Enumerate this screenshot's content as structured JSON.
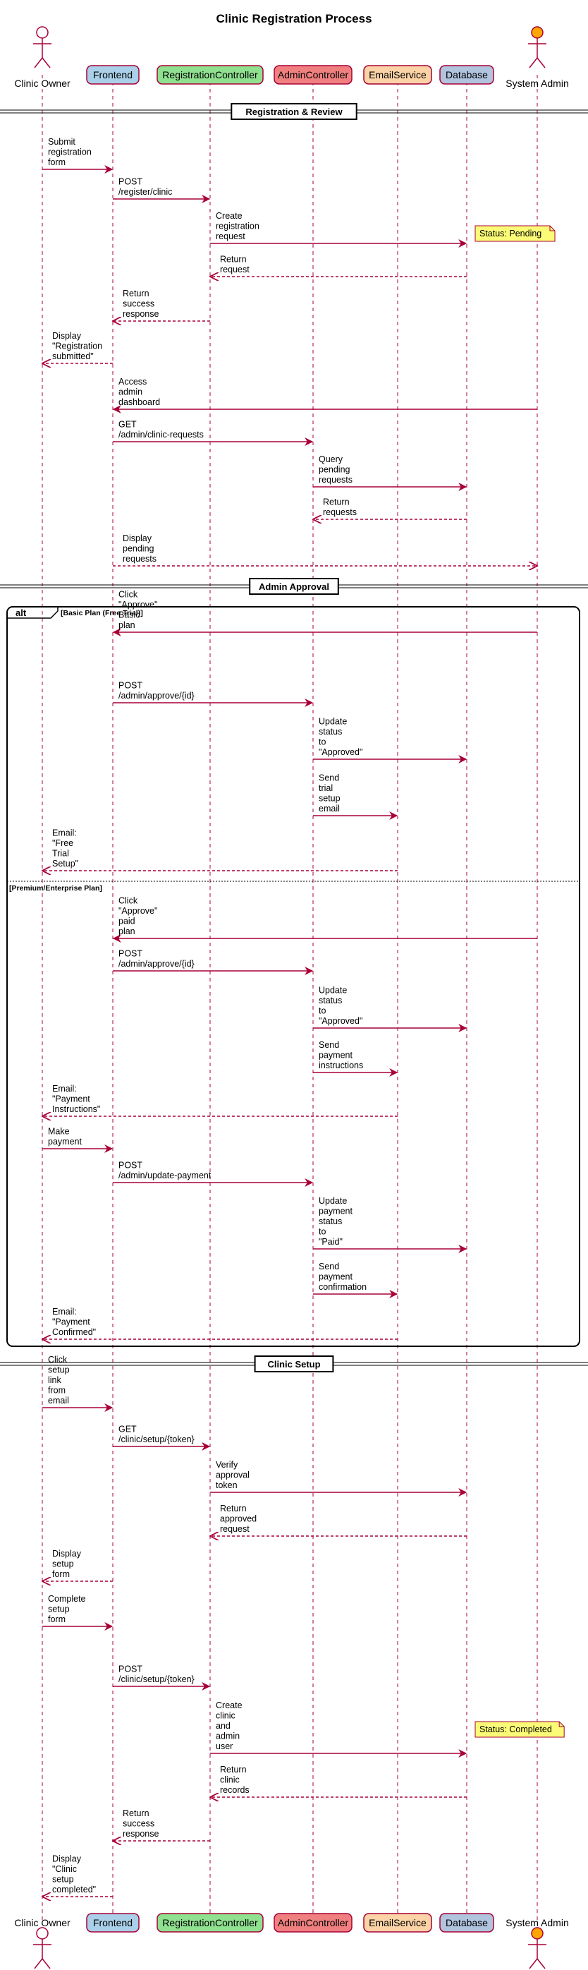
{
  "title": "Clinic Registration Process",
  "participants": [
    {
      "id": "owner",
      "label": "Clinic Owner",
      "kind": "actor",
      "color": "#ffffff"
    },
    {
      "id": "fe",
      "label": "Frontend",
      "kind": "box",
      "color": "#a9d0e8"
    },
    {
      "id": "rc",
      "label": "RegistrationController",
      "kind": "box",
      "color": "#8fe08f"
    },
    {
      "id": "ac",
      "label": "AdminController",
      "kind": "box",
      "color": "#f08080"
    },
    {
      "id": "es",
      "label": "EmailService",
      "kind": "box",
      "color": "#fbd3a6"
    },
    {
      "id": "db",
      "label": "Database",
      "kind": "box",
      "color": "#b0c4de"
    },
    {
      "id": "admin",
      "label": "System Admin",
      "kind": "actor",
      "color": "#ffa500"
    }
  ],
  "dividers": [
    {
      "label": "Registration & Review"
    },
    {
      "label": "Admin Approval"
    },
    {
      "label": "Clinic Setup"
    }
  ],
  "alt": {
    "keyword": "alt",
    "guards": [
      "[Basic Plan (Free Trial)]",
      "[Premium/Enterprise Plan]"
    ]
  },
  "notes": [
    {
      "text": "Status: Pending"
    },
    {
      "text": "Status: Completed"
    }
  ],
  "messages": [
    {
      "from": "owner",
      "to": "fe",
      "kind": "sync",
      "lines": [
        "Submit",
        "registration",
        "form"
      ]
    },
    {
      "from": "fe",
      "to": "rc",
      "kind": "sync",
      "lines": [
        "POST",
        "/register/clinic"
      ]
    },
    {
      "from": "rc",
      "to": "db",
      "kind": "sync",
      "lines": [
        "Create",
        "registration",
        "request"
      ]
    },
    {
      "from": "db",
      "to": "rc",
      "kind": "return",
      "lines": [
        "Return",
        "request"
      ]
    },
    {
      "from": "rc",
      "to": "fe",
      "kind": "return",
      "lines": [
        "Return",
        "success",
        "response"
      ]
    },
    {
      "from": "fe",
      "to": "owner",
      "kind": "return",
      "lines": [
        "Display",
        "\"Registration",
        "submitted\""
      ]
    },
    {
      "from": "admin",
      "to": "fe",
      "kind": "sync",
      "lines": [
        "Access",
        "admin",
        "dashboard"
      ]
    },
    {
      "from": "fe",
      "to": "ac",
      "kind": "sync",
      "lines": [
        "GET",
        "/admin/clinic-requests"
      ]
    },
    {
      "from": "ac",
      "to": "db",
      "kind": "sync",
      "lines": [
        "Query",
        "pending",
        "requests"
      ]
    },
    {
      "from": "db",
      "to": "ac",
      "kind": "return",
      "lines": [
        "Return",
        "requests"
      ]
    },
    {
      "from": "fe",
      "to": "admin",
      "kind": "return",
      "lines": [
        "Display",
        "pending",
        "requests"
      ]
    },
    {
      "from": "admin",
      "to": "fe",
      "kind": "sync",
      "lines": [
        "Click",
        "\"Approve\"",
        "Basic",
        "plan"
      ]
    },
    {
      "from": "fe",
      "to": "ac",
      "kind": "sync",
      "lines": [
        "POST",
        "/admin/approve/{id}"
      ]
    },
    {
      "from": "ac",
      "to": "db",
      "kind": "sync",
      "lines": [
        "Update",
        "status",
        "to",
        "\"Approved\""
      ]
    },
    {
      "from": "ac",
      "to": "es",
      "kind": "sync",
      "lines": [
        "Send",
        "trial",
        "setup",
        "email"
      ]
    },
    {
      "from": "es",
      "to": "owner",
      "kind": "return",
      "lines": [
        "Email:",
        "\"Free",
        "Trial",
        "Setup\""
      ]
    },
    {
      "from": "admin",
      "to": "fe",
      "kind": "sync",
      "lines": [
        "Click",
        "\"Approve\"",
        "paid",
        "plan"
      ]
    },
    {
      "from": "fe",
      "to": "ac",
      "kind": "sync",
      "lines": [
        "POST",
        "/admin/approve/{id}"
      ]
    },
    {
      "from": "ac",
      "to": "db",
      "kind": "sync",
      "lines": [
        "Update",
        "status",
        "to",
        "\"Approved\""
      ]
    },
    {
      "from": "ac",
      "to": "es",
      "kind": "sync",
      "lines": [
        "Send",
        "payment",
        "instructions"
      ]
    },
    {
      "from": "es",
      "to": "owner",
      "kind": "return",
      "lines": [
        "Email:",
        "\"Payment",
        "Instructions\""
      ]
    },
    {
      "from": "owner",
      "to": "fe",
      "kind": "sync",
      "lines": [
        "Make",
        "payment"
      ]
    },
    {
      "from": "fe",
      "to": "ac",
      "kind": "sync",
      "lines": [
        "POST",
        "/admin/update-payment"
      ]
    },
    {
      "from": "ac",
      "to": "db",
      "kind": "sync",
      "lines": [
        "Update",
        "payment",
        "status",
        "to",
        "\"Paid\""
      ]
    },
    {
      "from": "ac",
      "to": "es",
      "kind": "sync",
      "lines": [
        "Send",
        "payment",
        "confirmation"
      ]
    },
    {
      "from": "es",
      "to": "owner",
      "kind": "return",
      "lines": [
        "Email:",
        "\"Payment",
        "Confirmed\""
      ]
    },
    {
      "from": "owner",
      "to": "fe",
      "kind": "sync",
      "lines": [
        "Click",
        "setup",
        "link",
        "from",
        "email"
      ]
    },
    {
      "from": "fe",
      "to": "rc",
      "kind": "sync",
      "lines": [
        "GET",
        "/clinic/setup/{token}"
      ]
    },
    {
      "from": "rc",
      "to": "db",
      "kind": "sync",
      "lines": [
        "Verify",
        "approval",
        "token"
      ]
    },
    {
      "from": "db",
      "to": "rc",
      "kind": "return",
      "lines": [
        "Return",
        "approved",
        "request"
      ]
    },
    {
      "from": "fe",
      "to": "owner",
      "kind": "return",
      "lines": [
        "Display",
        "setup",
        "form"
      ]
    },
    {
      "from": "owner",
      "to": "fe",
      "kind": "sync",
      "lines": [
        "Complete",
        "setup",
        "form"
      ]
    },
    {
      "from": "fe",
      "to": "rc",
      "kind": "sync",
      "lines": [
        "POST",
        "/clinic/setup/{token}"
      ]
    },
    {
      "from": "rc",
      "to": "db",
      "kind": "sync",
      "lines": [
        "Create",
        "clinic",
        "and",
        "admin",
        "user"
      ]
    },
    {
      "from": "db",
      "to": "rc",
      "kind": "return",
      "lines": [
        "Return",
        "clinic",
        "records"
      ]
    },
    {
      "from": "rc",
      "to": "fe",
      "kind": "return",
      "lines": [
        "Return",
        "success",
        "response"
      ]
    },
    {
      "from": "fe",
      "to": "owner",
      "kind": "return",
      "lines": [
        "Display",
        "\"Clinic",
        "setup",
        "completed\""
      ]
    }
  ],
  "colors": {
    "arrow": "#a80036",
    "lifeline": "#a80036",
    "note": "#fbfb77",
    "divider": "#000000"
  }
}
